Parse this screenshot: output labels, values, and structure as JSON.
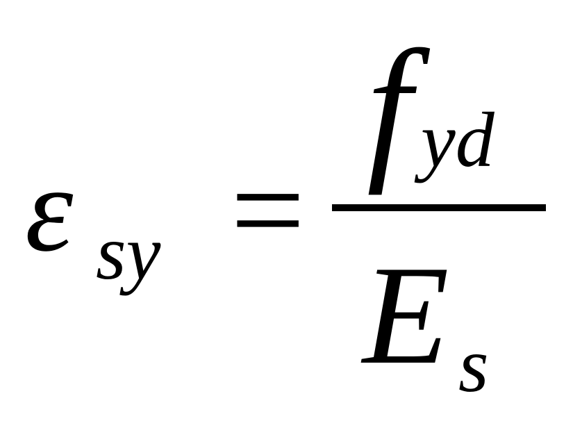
{
  "equation": {
    "lhs": {
      "symbol": "ε",
      "subscript": "sy"
    },
    "operator": "=",
    "rhs": {
      "numerator": {
        "symbol": "f",
        "subscript": "yd"
      },
      "denominator": {
        "symbol": "E",
        "subscript": "s"
      }
    }
  }
}
